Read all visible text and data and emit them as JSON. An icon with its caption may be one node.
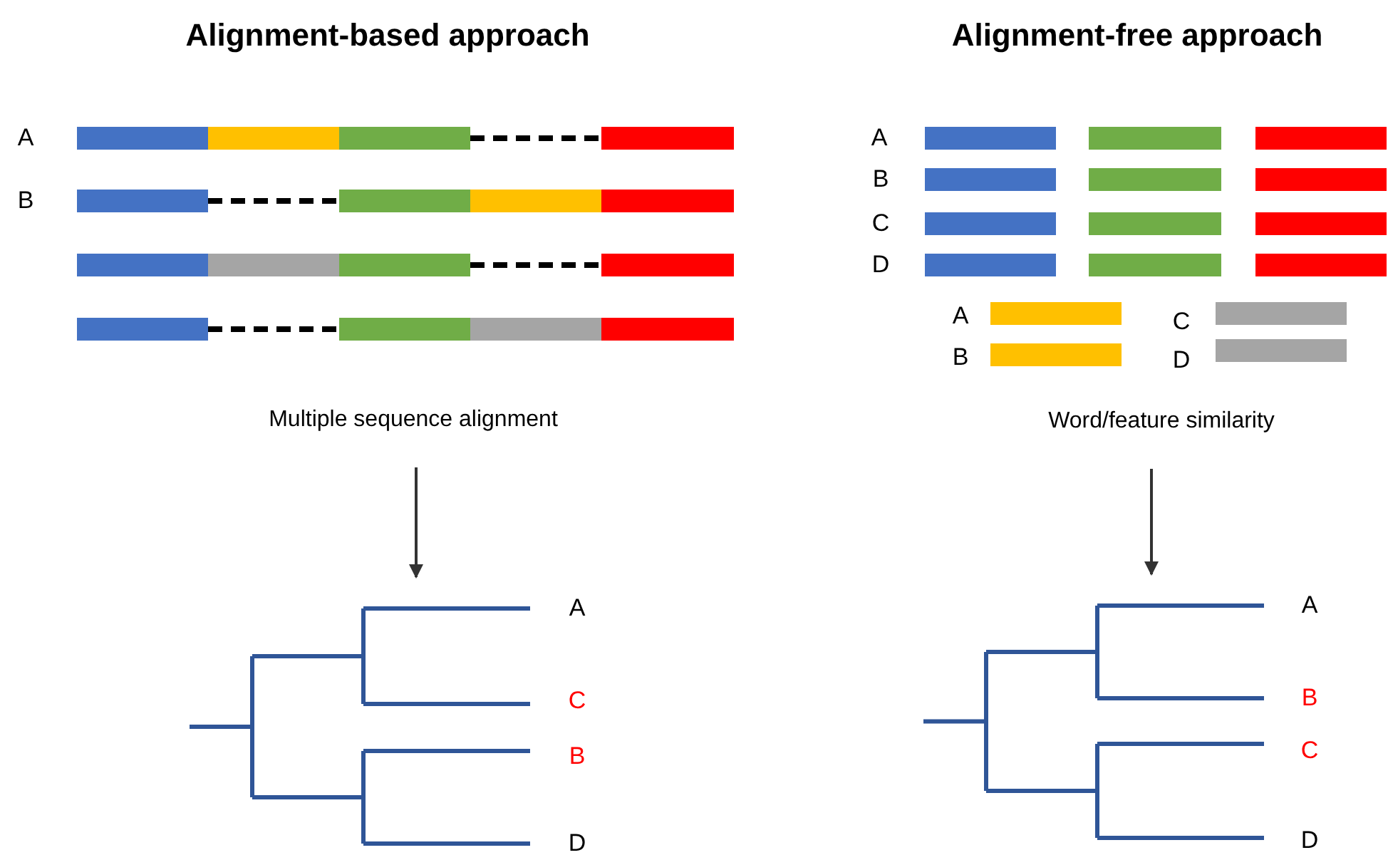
{
  "diagram": {
    "nodes": [
      {
        "text": [
          "Multiple sequence alignment"
        ]
      },
      {
        "text": [],
        "shape": "tree"
      },
      {
        "text": [
          "Word/feature similarity"
        ]
      },
      {
        "text": [],
        "shape": "tree"
      }
    ],
    "edges": [
      {
        "from": 0,
        "to": 1,
        "arrow": "to"
      },
      {
        "from": 2,
        "to": 3,
        "arrow": "to"
      }
    ],
    "labels": [
      "Alignment-based approach",
      "Alignment-free approach",
      "A",
      "A",
      "B",
      "B",
      "C",
      "D",
      "A",
      "C",
      "B",
      "D",
      "A",
      "C",
      "B",
      "D",
      "A",
      "B",
      "C",
      "D"
    ]
  }
}
